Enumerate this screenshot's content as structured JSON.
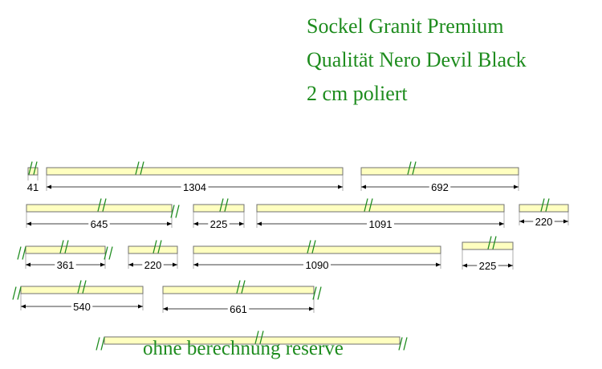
{
  "title": {
    "line1": "Sockel Granit Premium",
    "line2": "Qualität Nero Devil Black",
    "line3": "2 cm poliert"
  },
  "note": "ohne berechnung reserve",
  "colors": {
    "piece_fill": "#ffffc0",
    "piece_stroke": "#707070",
    "title": "#1e8c1e"
  },
  "pieces": [
    {
      "length": "41"
    },
    {
      "length": "1304"
    },
    {
      "length": "692"
    },
    {
      "length": "645"
    },
    {
      "length": "225"
    },
    {
      "length": "1091"
    },
    {
      "length": "220"
    },
    {
      "length": "361"
    },
    {
      "length": "220"
    },
    {
      "length": "1090"
    },
    {
      "length": "225"
    },
    {
      "length": "540"
    },
    {
      "length": "661"
    },
    {
      "length": ""
    }
  ]
}
